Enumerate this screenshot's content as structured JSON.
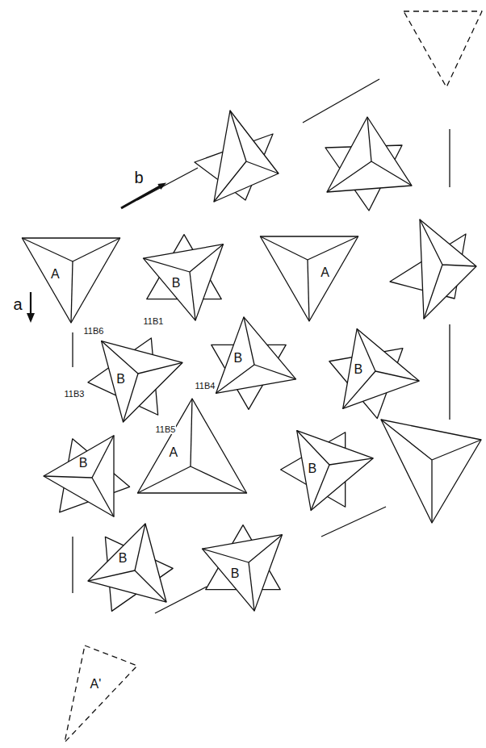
{
  "diagram": {
    "nodes": [
      {
        "text": [
          "A"
        ]
      },
      {
        "text": [
          "B"
        ]
      },
      {
        "text": [
          "A"
        ]
      },
      {
        "text": [
          "B"
        ]
      },
      {
        "text": [
          "B"
        ]
      },
      {
        "text": [
          "B"
        ]
      },
      {
        "text": [
          "B"
        ]
      },
      {
        "text": [
          "A"
        ]
      },
      {
        "text": [
          "B"
        ]
      },
      {
        "text": [
          "B"
        ]
      },
      {
        "text": [
          "B"
        ]
      },
      {
        "text": [
          "A'"
        ]
      }
    ],
    "labels": [
      "b",
      "a",
      "11B6",
      "11B1",
      "11B3",
      "11B4",
      "11B5"
    ]
  }
}
